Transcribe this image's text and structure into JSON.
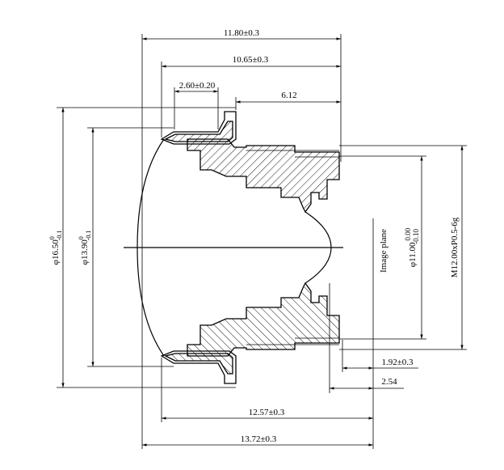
{
  "dimensions": {
    "overall_length_top": "11.80±0.3",
    "body_length": "10.65±0.3",
    "flange_width": "2.60±0.20",
    "thread_offset": "6.12",
    "outer_diameter": "16.50",
    "outer_diameter_tol_upper": "0",
    "outer_diameter_tol_lower": "-0.1",
    "inner_diameter": "13.90",
    "inner_diameter_tol_upper": "0",
    "inner_diameter_tol_lower": "-0.1",
    "barrel_diameter": "11.00",
    "barrel_diameter_tol_upper": "0.00",
    "barrel_diameter_tol_lower": "-0.10",
    "thread_spec": "M12.00xP0.5-6g",
    "back_focal": "1.92±0.3",
    "flange_back": "2.54",
    "optical_length": "12.57±0.3",
    "total_length": "13.72±0.3"
  },
  "labels": {
    "image_plane": "Image plane",
    "diameter_symbol": "φ"
  }
}
